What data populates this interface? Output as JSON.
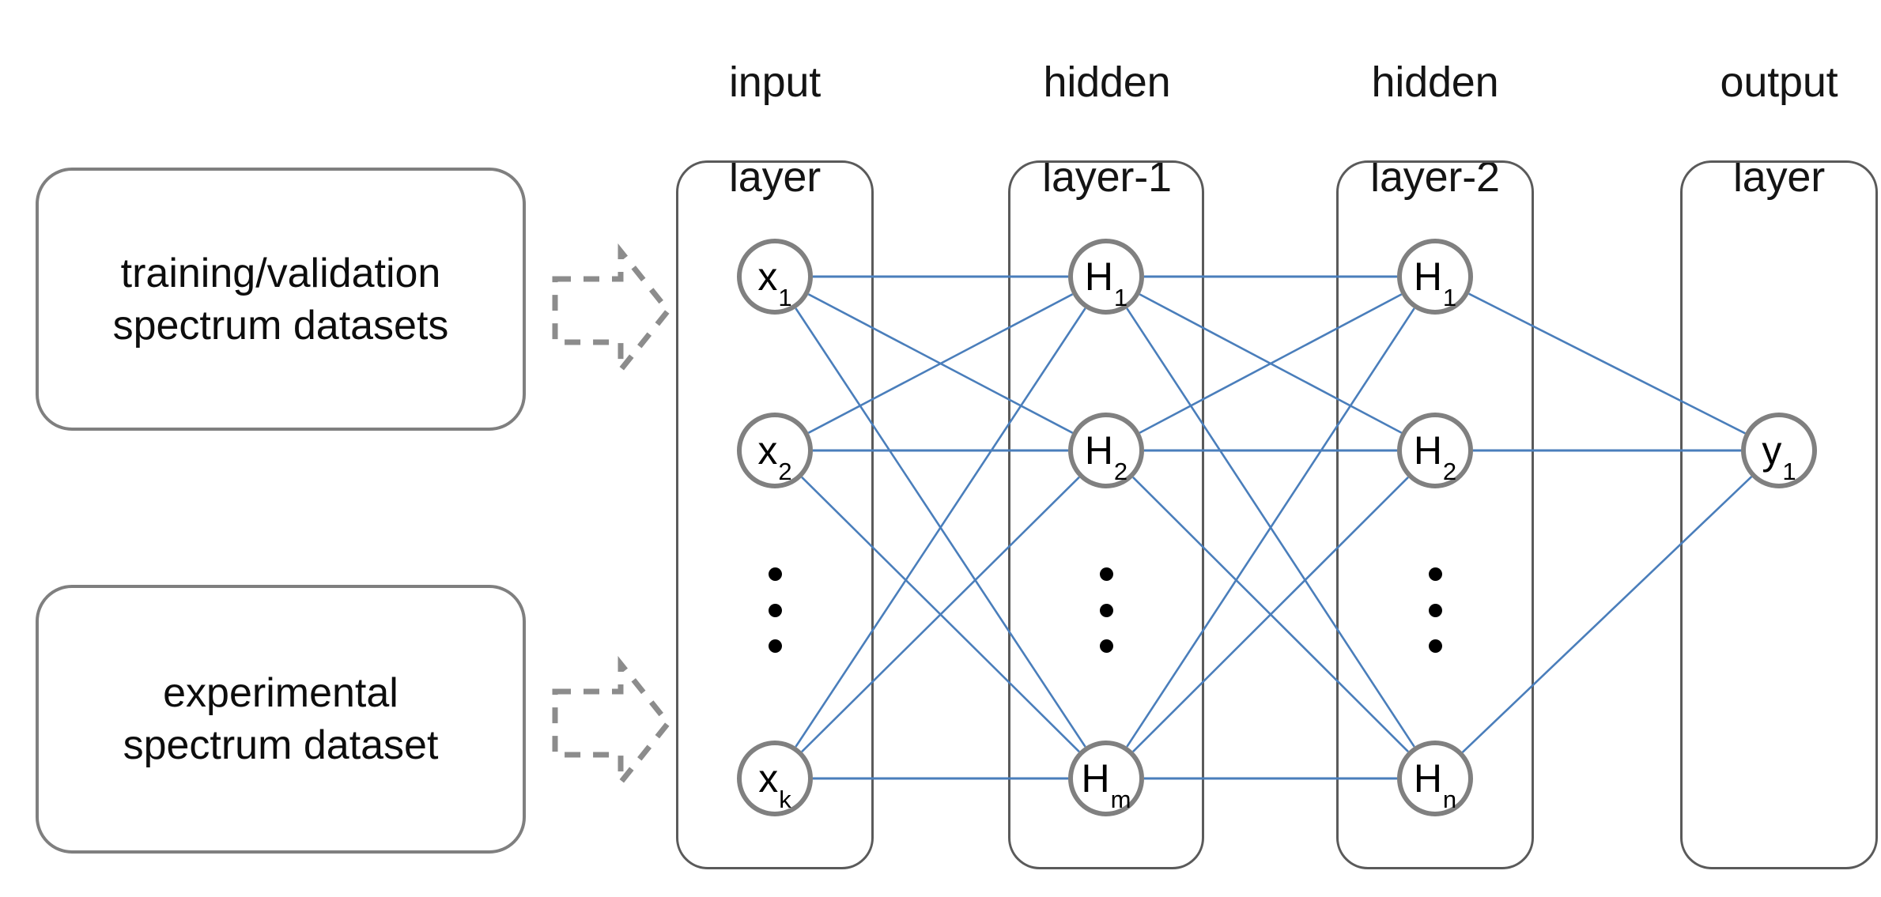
{
  "diagram": {
    "title": "neural network architecture",
    "colors": {
      "edge": "#4a7ebb",
      "node_stroke": "#808080",
      "box_stroke": "#7f7f7f",
      "layer_stroke": "#5a5a5a",
      "arrow_stroke": "#8c8c8c",
      "background": "#ffffff",
      "text": "#000000"
    }
  },
  "inputs": [
    {
      "id": "training-validation-box",
      "label": "training/validation\nspectrum datasets",
      "arrow": "dashed-block-arrow-right"
    },
    {
      "id": "experimental-box",
      "label": "experimental\nspectrum dataset",
      "arrow": "dashed-block-arrow-right"
    }
  ],
  "layers": [
    {
      "id": "input-layer",
      "heading": "input\nlayer",
      "heading_line1": "input",
      "heading_line2": "layer",
      "nodes": [
        {
          "base": "x",
          "sub": "1",
          "text": "x1"
        },
        {
          "base": "x",
          "sub": "2",
          "text": "x2"
        },
        {
          "base": "x",
          "sub": "k",
          "text": "xk"
        }
      ],
      "has_ellipsis": true
    },
    {
      "id": "hidden-layer-1",
      "heading": "hidden\nlayer-1",
      "heading_line1": "hidden",
      "heading_line2": "layer-1",
      "nodes": [
        {
          "base": "H",
          "sub": "1",
          "text": "H1"
        },
        {
          "base": "H",
          "sub": "2",
          "text": "H2"
        },
        {
          "base": "H",
          "sub": "m",
          "text": "Hm"
        }
      ],
      "has_ellipsis": true
    },
    {
      "id": "hidden-layer-2",
      "heading": "hidden\nlayer-2",
      "heading_line1": "hidden",
      "heading_line2": "layer-2",
      "nodes": [
        {
          "base": "H",
          "sub": "1",
          "text": "H1"
        },
        {
          "base": "H",
          "sub": "2",
          "text": "H2"
        },
        {
          "base": "H",
          "sub": "n",
          "text": "Hn"
        }
      ],
      "has_ellipsis": true
    },
    {
      "id": "output-layer",
      "heading": "output\nlayer",
      "heading_line1": "output",
      "heading_line2": "layer",
      "nodes": [
        {
          "base": "y",
          "sub": "1",
          "text": "y1"
        }
      ],
      "has_ellipsis": false
    }
  ],
  "connections": {
    "input_to_hidden1": "fully-connected",
    "hidden1_to_hidden2": "fully-connected",
    "hidden2_to_output": "fully-connected"
  }
}
